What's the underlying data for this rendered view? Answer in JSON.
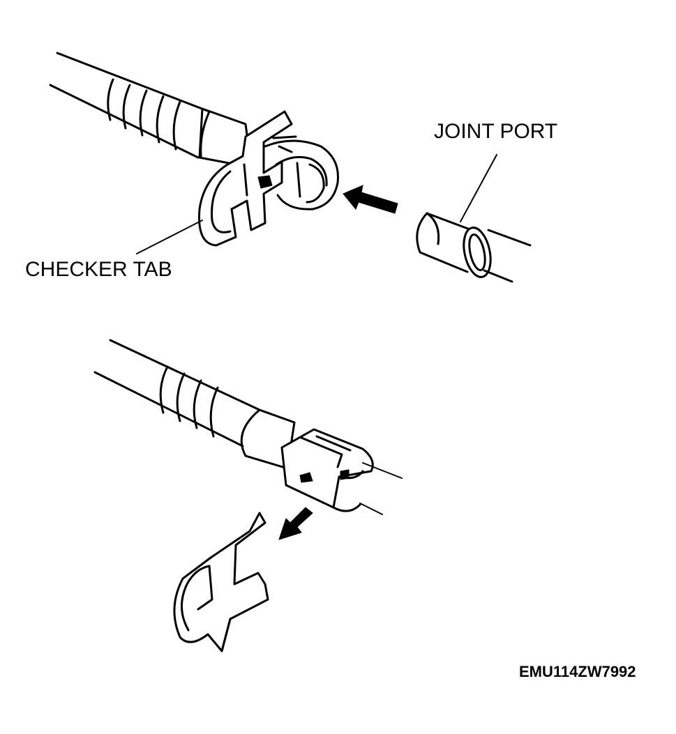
{
  "labels": {
    "joint_port": "JOINT PORT",
    "checker_tab": "CHECKER TAB",
    "figure_code": "EMU114ZW7992"
  },
  "colors": {
    "line": "#000000",
    "background": "#ffffff"
  }
}
